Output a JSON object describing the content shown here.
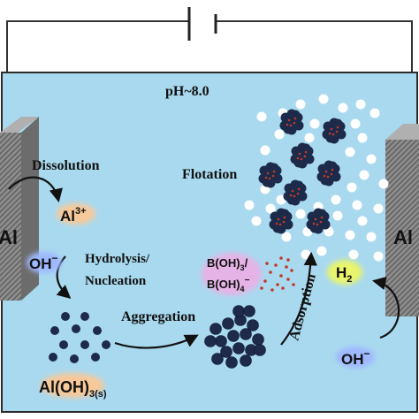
{
  "circuit": {
    "symbol": "battery-icon"
  },
  "electrolyte": {
    "ph_label": "pH~8.0",
    "color": "#a9d9ef"
  },
  "electrodes": {
    "left_label": "Al",
    "right_label": "Al",
    "color": "#8a8a8a"
  },
  "steps": {
    "dissolution": "Dissolution",
    "flotation": "Flotation",
    "hydrolysis_line1": "Hydrolysis/",
    "hydrolysis_line2": "Nucleation",
    "aggregation": "Aggregation",
    "adsorption": "Adsorption"
  },
  "species": {
    "al_ion": {
      "base": "Al",
      "sup": "3+"
    },
    "oh_left": {
      "base": "OH",
      "sup": "−"
    },
    "oh_right": {
      "base": "OH",
      "sup": "−"
    },
    "hydroxide": {
      "base": "Al(OH)",
      "sub": "3(s)"
    },
    "borate1": {
      "base": "B(OH)",
      "sub": "3",
      "tail": "/"
    },
    "borate2": {
      "base": "B(OH)",
      "sub": "4",
      "sup": "−"
    },
    "hydrogen": {
      "base": "H",
      "sub": "2"
    }
  },
  "colors": {
    "particle": "#1d2a4a",
    "boron_dot": "#c0392b",
    "bubble": "#ffffff",
    "al_glow": "#f7c99a",
    "oh_glow": "#9fb8ff",
    "borate_glow": "#e6b3e6",
    "h2_glow": "#e9f56a"
  }
}
